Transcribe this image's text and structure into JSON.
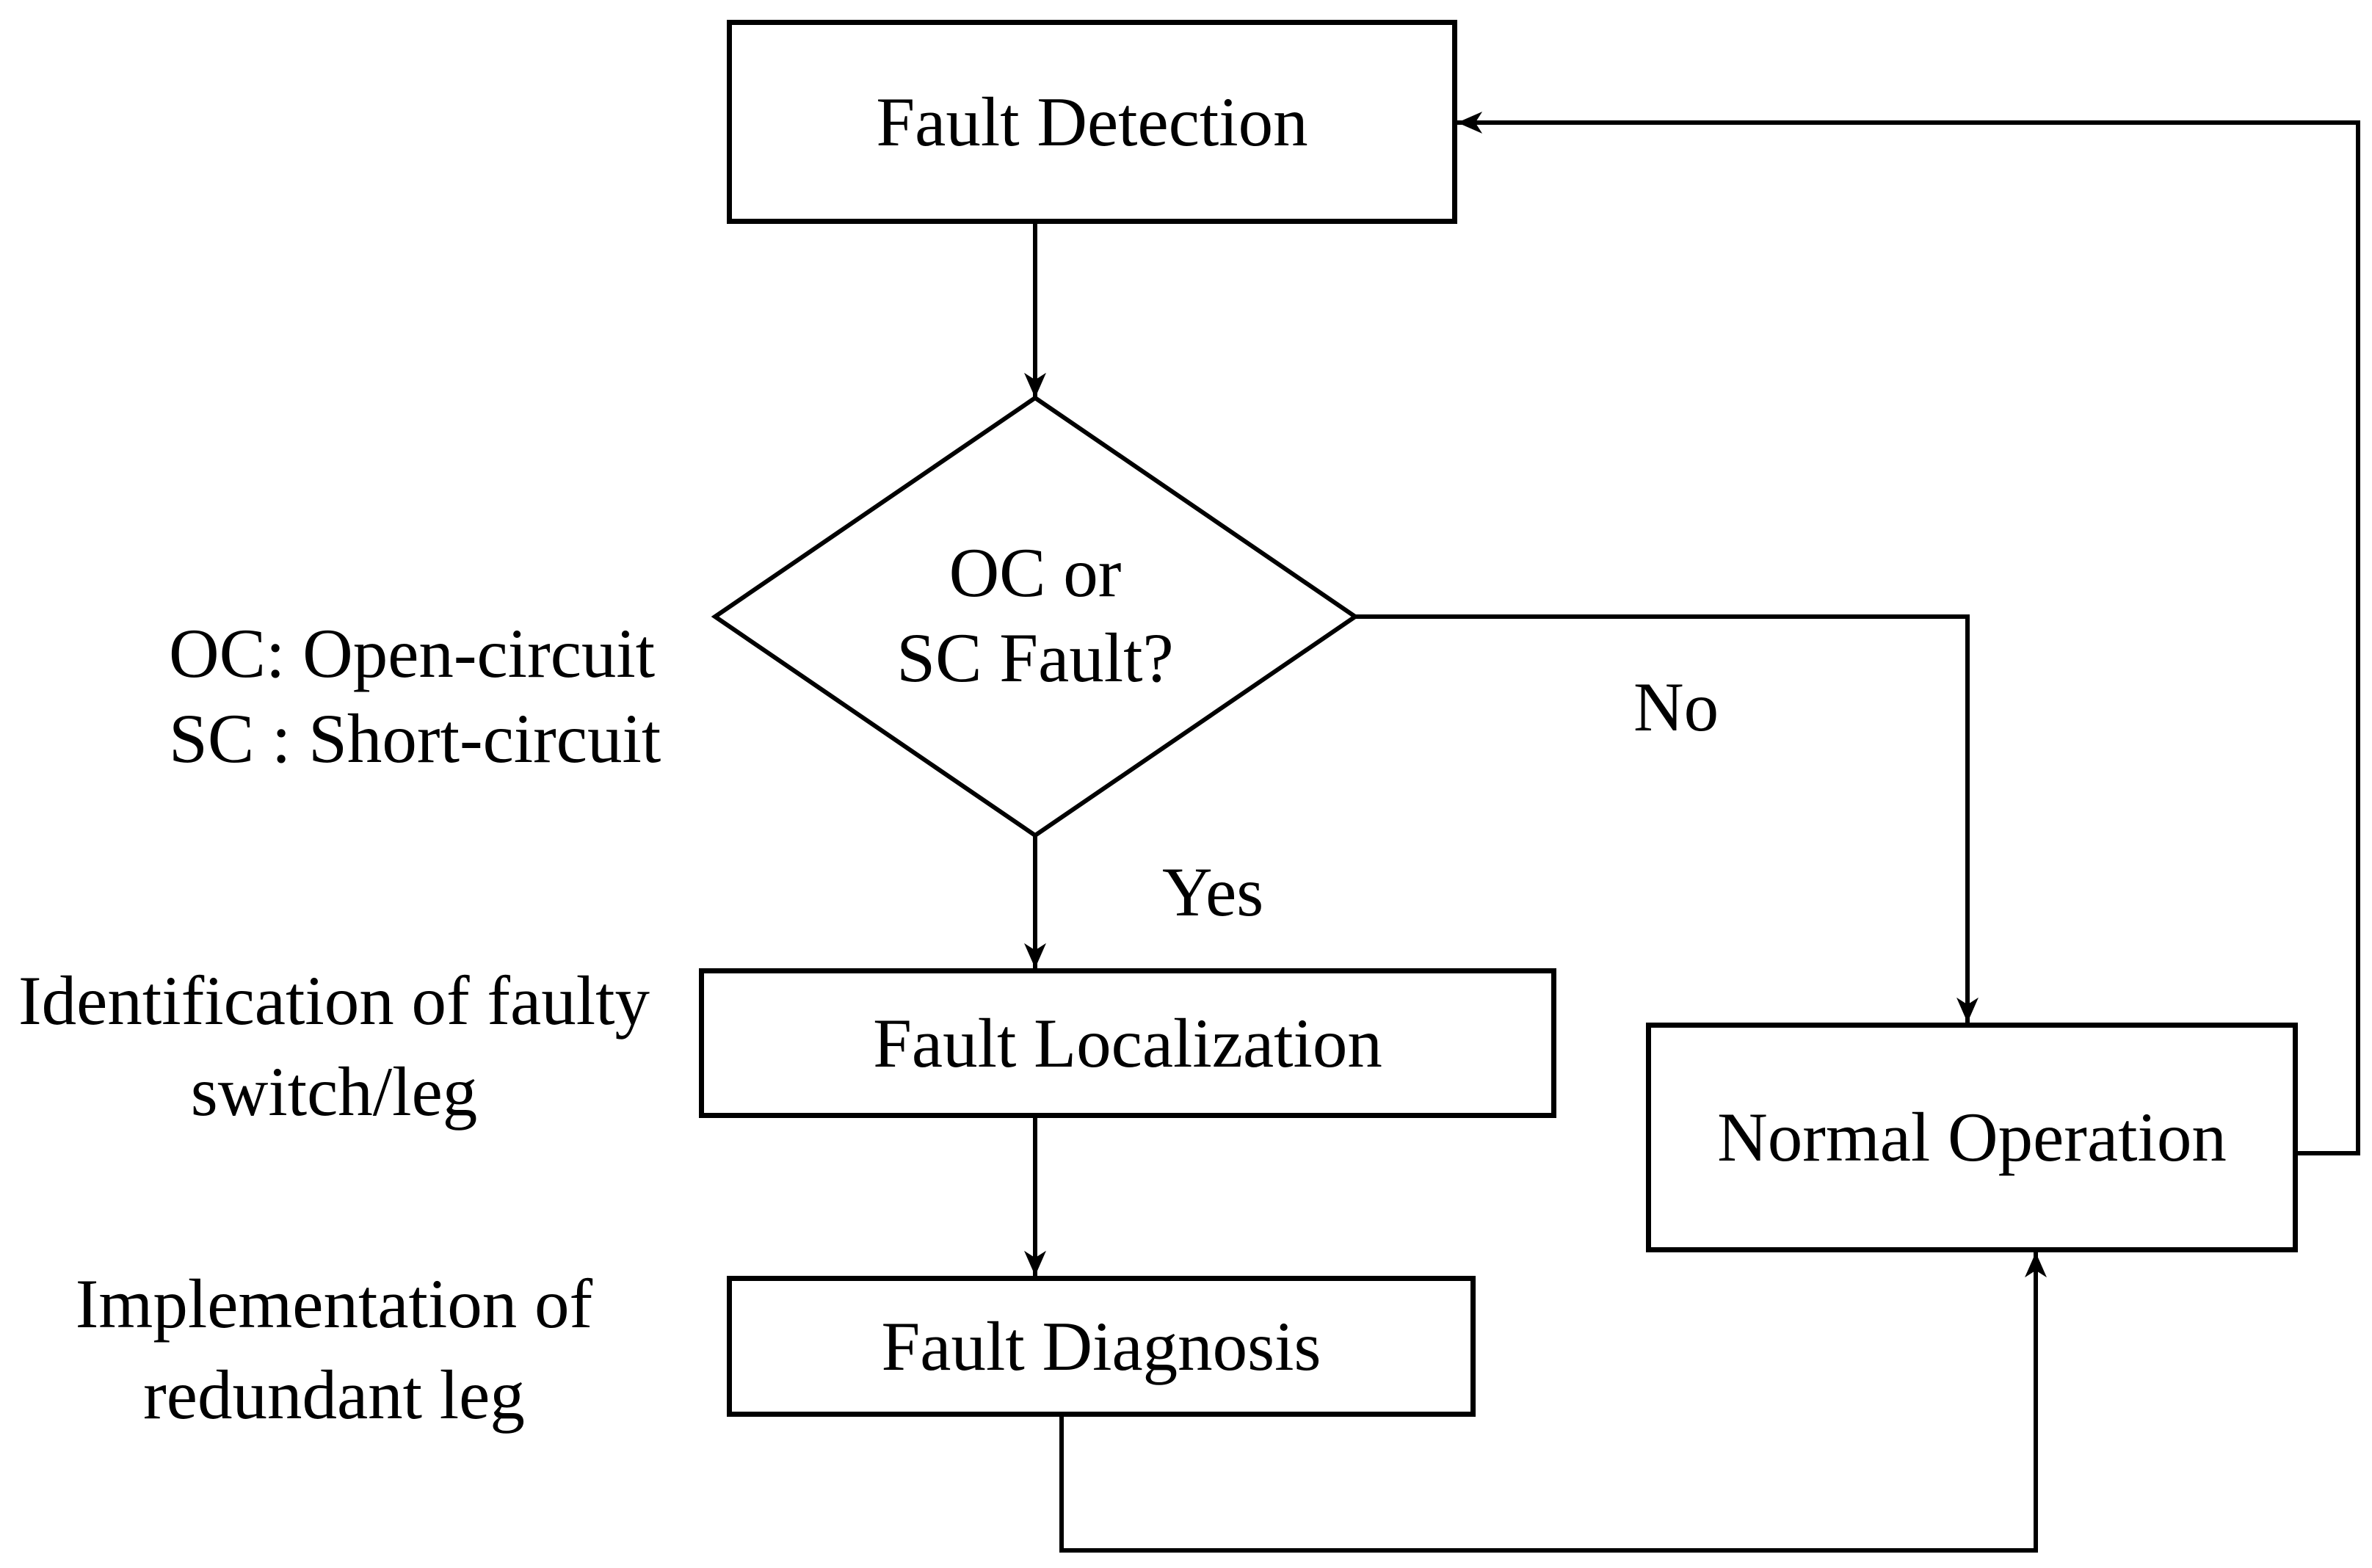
{
  "canvas": {
    "background_color": "#ffffff",
    "ink_color": "#000000"
  },
  "nodes": {
    "fault_detection": {
      "label": "Fault Detection"
    },
    "decision": {
      "line1": "OC or",
      "line2": "SC Fault?"
    },
    "fault_localization": {
      "label": "Fault Localization"
    },
    "fault_diagnosis": {
      "label": "Fault Diagnosis"
    },
    "normal_operation": {
      "label": "Normal Operation"
    }
  },
  "edge_labels": {
    "yes": "Yes",
    "no": "No"
  },
  "annotations": {
    "legend": {
      "line1": "OC: Open-circuit",
      "line2": "SC : Short-circuit"
    },
    "localization_note": {
      "line1": "Identification of faulty",
      "line2": "switch/leg"
    },
    "diagnosis_note": {
      "line1": "Implementation of",
      "line2": "redundant leg"
    }
  }
}
